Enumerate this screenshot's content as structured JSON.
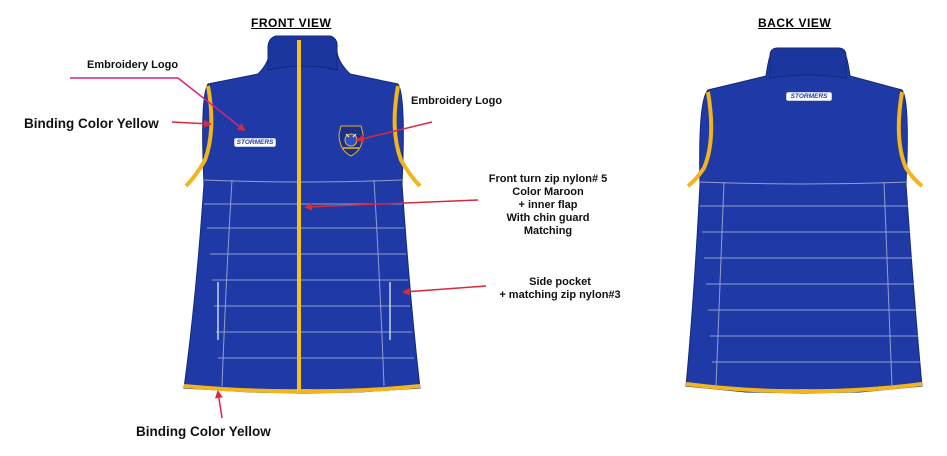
{
  "views": {
    "front_title": "FRONT VIEW",
    "back_title": "BACK VIEW"
  },
  "brand": {
    "wordmark": "STORMERS"
  },
  "callouts": {
    "embroidery_logo_left": "Embroidery Logo",
    "embroidery_logo_right": "Embroidery Logo",
    "binding_top": "Binding Color Yellow",
    "binding_bottom": "Binding Color Yellow",
    "zip_lines": [
      "Front turn zip nylon# 5",
      "Color Maroon",
      "+ inner flap",
      "With chin guard",
      "Matching"
    ],
    "pocket_lines": [
      "Side pocket",
      "+ matching zip nylon#3"
    ]
  },
  "colors": {
    "body": "#1f3aa6",
    "body_dark": "#17307f",
    "binding": "#f2b51b",
    "zip": "#f5c21c",
    "stitch": "#8fa0cf",
    "arrow": "#d62b3c",
    "pink_line": "#d4267a"
  }
}
